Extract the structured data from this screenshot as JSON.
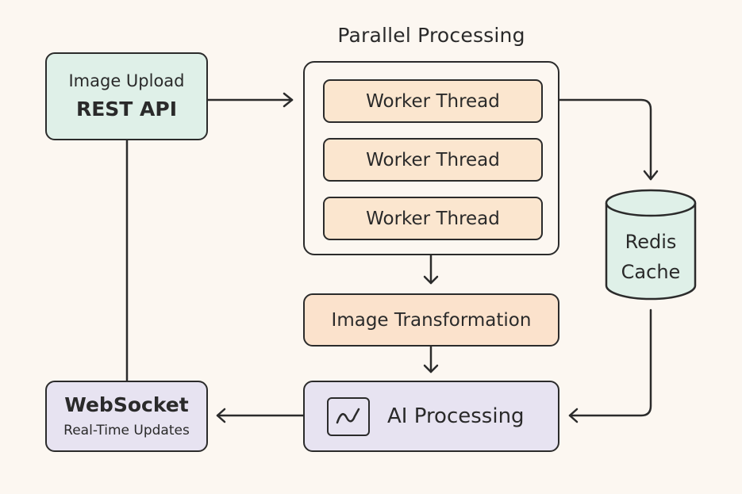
{
  "diagram": {
    "title": "Parallel Processing",
    "nodes": {
      "upload": {
        "line1": "Image Upload",
        "line2": "REST API",
        "color": "#dff0e8"
      },
      "workers": [
        {
          "label": "Worker Thread"
        },
        {
          "label": "Worker Thread"
        },
        {
          "label": "Worker Thread"
        }
      ],
      "worker_color": "#fbe6cf",
      "transform": {
        "label": "Image Transformation",
        "color": "#fbe2cc"
      },
      "ai": {
        "label": "AI Processing",
        "icon": "chart-line-icon",
        "color": "#e7e3f1"
      },
      "websocket": {
        "line1": "WebSocket",
        "line2": "Real-Time Updates",
        "color": "#e7e3f1"
      },
      "redis": {
        "line1": "Redis",
        "line2": "Cache",
        "shape": "cylinder",
        "color": "#dff0e8"
      }
    },
    "edges": [
      {
        "from": "Image Upload REST API",
        "to": "Parallel Processing",
        "arrow": true
      },
      {
        "from": "Parallel Processing",
        "to": "Redis Cache",
        "arrow": true
      },
      {
        "from": "Parallel Processing",
        "to": "Image Transformation",
        "arrow": true
      },
      {
        "from": "Image Transformation",
        "to": "AI Processing",
        "arrow": true
      },
      {
        "from": "Redis Cache",
        "to": "AI Processing",
        "arrow": true
      },
      {
        "from": "AI Processing",
        "to": "WebSocket Real-Time Updates",
        "arrow": true
      },
      {
        "from": "WebSocket Real-Time Updates",
        "to": "Image Upload REST API",
        "arrow": false
      }
    ],
    "background": "#fcf7f1",
    "stroke": "#2b2b2b"
  }
}
